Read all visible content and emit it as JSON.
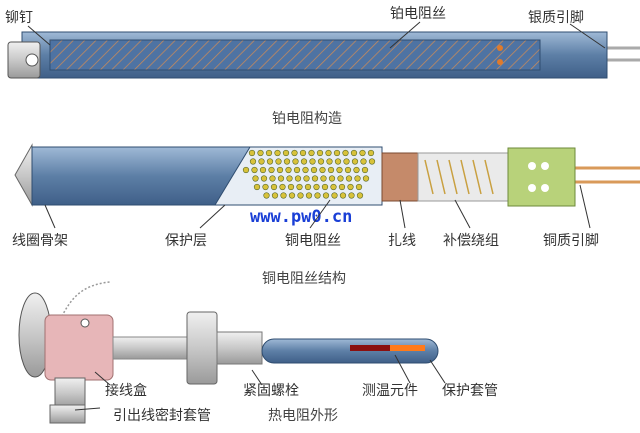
{
  "top": {
    "title": "铂电阻构造",
    "labels": {
      "rivet": "铆钉",
      "wire": "铂电阻丝",
      "pins": "银质引脚"
    }
  },
  "middle": {
    "title": "铜电阻丝结构",
    "watermark": "www.pw0.cn",
    "labels": {
      "frame": "线圈骨架",
      "protect": "保护层",
      "wire": "铜电阻丝",
      "tie": "扎线",
      "comp": "补偿绕组",
      "pins": "铜质引脚"
    }
  },
  "bottom": {
    "title": "热电阻外形",
    "labels": {
      "box": "接线盒",
      "bolt": "紧固螺栓",
      "sensor": "测温元件",
      "sheath": "保护套管",
      "seal": "引出线密封套管"
    }
  },
  "colors": {
    "blue": "#5d7fa6",
    "lightblue": "#8fb0d0",
    "pink": "#e7b6b8",
    "green": "#b8d27a",
    "copper": "#d99a5a",
    "orange": "#ff7a1a"
  }
}
